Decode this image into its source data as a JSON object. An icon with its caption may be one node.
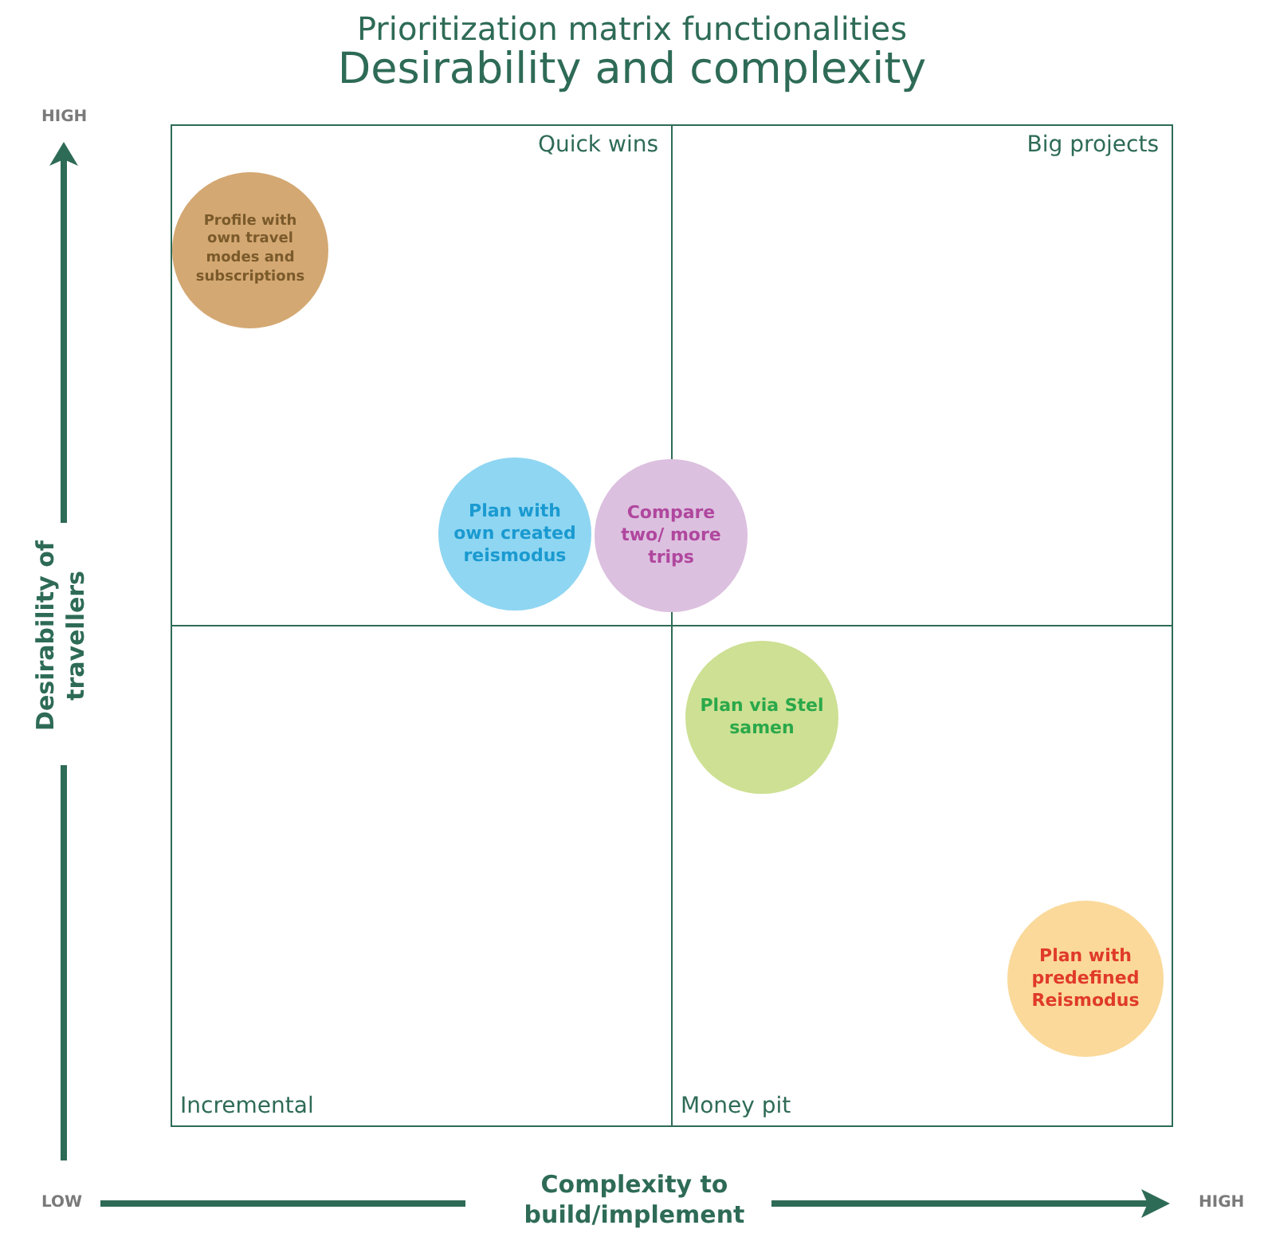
{
  "diagram": {
    "title": "Prioritization matrix functionalities",
    "nodes": [
      {
        "text": [
          "Quick wins"
        ]
      },
      {
        "text": [
          "Big projects"
        ]
      },
      {
        "text": [
          "Incremental"
        ]
      },
      {
        "text": [
          "Money pit"
        ]
      },
      {
        "text": [
          "Profile with own travel modes and subscriptions"
        ],
        "in": 0
      },
      {
        "text": [
          "Plan with own created reismodus"
        ],
        "in": 0
      },
      {
        "text": [
          "Compare two/ more trips"
        ]
      },
      {
        "text": [
          "Plan via Stel samen"
        ],
        "in": 3
      },
      {
        "text": [
          "Plan with predefined Reismodus"
        ],
        "in": 3
      }
    ],
    "edges": [],
    "labels": [
      "Desirability and complexity",
      "HIGH",
      "Desirability of travellers",
      "LOW",
      "Complexity to build/implement",
      "HIGH"
    ]
  }
}
